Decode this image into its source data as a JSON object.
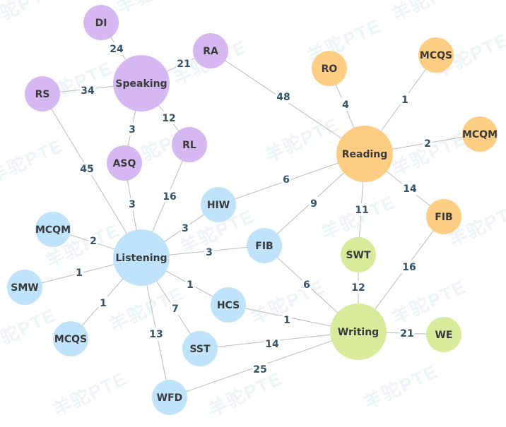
{
  "watermark": "羊驼PTE",
  "colors": {
    "speaking": "#d5b8f2",
    "reading": "#fdcd83",
    "listening": "#bfe3fb",
    "writing": "#d8ea9c",
    "edge": "#bbbbbb",
    "weight_text": "#33526b",
    "node_text": "#3a3a3a"
  },
  "nodes": [
    {
      "id": "speaking",
      "label": "Speaking",
      "group": "speaking",
      "size": "hub"
    },
    {
      "id": "di",
      "label": "DI",
      "group": "speaking"
    },
    {
      "id": "ra",
      "label": "RA",
      "group": "speaking"
    },
    {
      "id": "rs",
      "label": "RS",
      "group": "speaking"
    },
    {
      "id": "asq",
      "label": "ASQ",
      "group": "speaking"
    },
    {
      "id": "rl",
      "label": "RL",
      "group": "speaking"
    },
    {
      "id": "reading",
      "label": "Reading",
      "group": "reading",
      "size": "hub"
    },
    {
      "id": "ro",
      "label": "RO",
      "group": "reading"
    },
    {
      "id": "mcqs_r",
      "label": "MCQS",
      "group": "reading"
    },
    {
      "id": "mcqm_r",
      "label": "MCQM",
      "group": "reading"
    },
    {
      "id": "fib_r",
      "label": "FIB",
      "group": "reading"
    },
    {
      "id": "listening",
      "label": "Listening",
      "group": "listening",
      "size": "hub"
    },
    {
      "id": "hiw",
      "label": "HIW",
      "group": "listening"
    },
    {
      "id": "fib_l",
      "label": "FIB",
      "group": "listening"
    },
    {
      "id": "mcqm_l",
      "label": "MCQM",
      "group": "listening"
    },
    {
      "id": "smw",
      "label": "SMW",
      "group": "listening"
    },
    {
      "id": "mcqs_l",
      "label": "MCQS",
      "group": "listening"
    },
    {
      "id": "hcs",
      "label": "HCS",
      "group": "listening"
    },
    {
      "id": "sst",
      "label": "SST",
      "group": "listening"
    },
    {
      "id": "wfd",
      "label": "WFD",
      "group": "listening"
    },
    {
      "id": "writing",
      "label": "Writing",
      "group": "writing",
      "size": "hub"
    },
    {
      "id": "swt",
      "label": "SWT",
      "group": "writing"
    },
    {
      "id": "we",
      "label": "WE",
      "group": "writing"
    }
  ],
  "edges": [
    {
      "from": "speaking",
      "to": "di",
      "weight": "24"
    },
    {
      "from": "speaking",
      "to": "ra",
      "weight": "21"
    },
    {
      "from": "speaking",
      "to": "rs",
      "weight": "34"
    },
    {
      "from": "speaking",
      "to": "asq",
      "weight": "3"
    },
    {
      "from": "speaking",
      "to": "rl",
      "weight": "12"
    },
    {
      "from": "ra",
      "to": "reading",
      "weight": "48"
    },
    {
      "from": "rs",
      "to": "listening",
      "weight": "45"
    },
    {
      "from": "asq",
      "to": "listening",
      "weight": "3"
    },
    {
      "from": "rl",
      "to": "listening",
      "weight": "16"
    },
    {
      "from": "reading",
      "to": "ro",
      "weight": "4"
    },
    {
      "from": "reading",
      "to": "mcqs_r",
      "weight": "1"
    },
    {
      "from": "reading",
      "to": "mcqm_r",
      "weight": "2"
    },
    {
      "from": "reading",
      "to": "fib_r",
      "weight": "14"
    },
    {
      "from": "reading",
      "to": "hiw",
      "weight": "6"
    },
    {
      "from": "reading",
      "to": "fib_l",
      "weight": "9"
    },
    {
      "from": "reading",
      "to": "swt",
      "weight": "11"
    },
    {
      "from": "listening",
      "to": "hiw",
      "weight": "3"
    },
    {
      "from": "listening",
      "to": "fib_l",
      "weight": "3"
    },
    {
      "from": "listening",
      "to": "mcqm_l",
      "weight": "2"
    },
    {
      "from": "listening",
      "to": "smw",
      "weight": "1"
    },
    {
      "from": "listening",
      "to": "mcqs_l",
      "weight": "1"
    },
    {
      "from": "listening",
      "to": "hcs",
      "weight": "1"
    },
    {
      "from": "listening",
      "to": "sst",
      "weight": "7"
    },
    {
      "from": "listening",
      "to": "wfd",
      "weight": "13"
    },
    {
      "from": "fib_l",
      "to": "writing",
      "weight": "6"
    },
    {
      "from": "hcs",
      "to": "writing",
      "weight": "1"
    },
    {
      "from": "sst",
      "to": "writing",
      "weight": "14"
    },
    {
      "from": "wfd",
      "to": "writing",
      "weight": "25"
    },
    {
      "from": "swt",
      "to": "writing",
      "weight": "12"
    },
    {
      "from": "fib_r",
      "to": "writing",
      "weight": "16"
    },
    {
      "from": "writing",
      "to": "we",
      "weight": "21"
    }
  ]
}
